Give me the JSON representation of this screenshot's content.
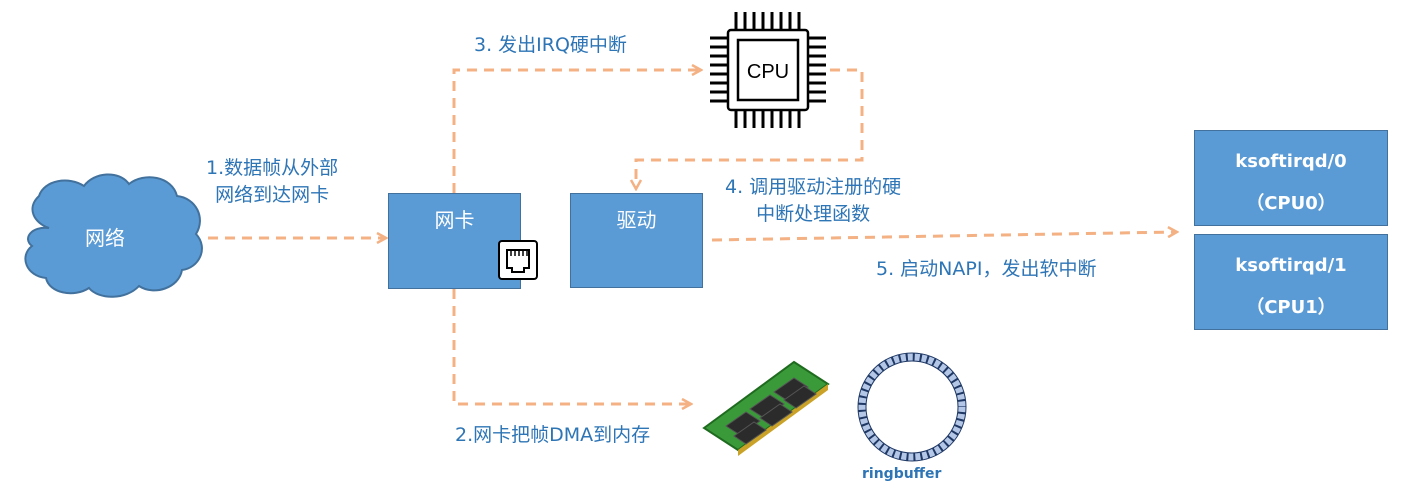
{
  "nodes": {
    "network": "网络",
    "nic": "网卡",
    "driver": "驱动",
    "cpu_chip": "CPU",
    "ksoftirqd0": {
      "line1": "ksoftirqd/0",
      "line2": "（CPU0）"
    },
    "ksoftirqd1": {
      "line1": "ksoftirqd/1",
      "line2": "（CPU1）"
    },
    "ringbuffer": "ringbuffer"
  },
  "steps": {
    "step1": [
      "1.数据帧从外部",
      "网络到达网卡"
    ],
    "step2": "2.网卡把帧DMA到内存",
    "step3": "3. 发出IRQ硬中断",
    "step4": [
      "4. 调用驱动注册的硬",
      "中断处理函数"
    ],
    "step5": "5. 启动NAPI，发出软中断"
  },
  "colors": {
    "box_fill": "#5b9bd5",
    "box_border": "#41719c",
    "arrow": "#f4b183",
    "text_blue": "#2e75b6",
    "ram_pcb": "#3a9a3a",
    "ring": "#b4c7e7"
  }
}
